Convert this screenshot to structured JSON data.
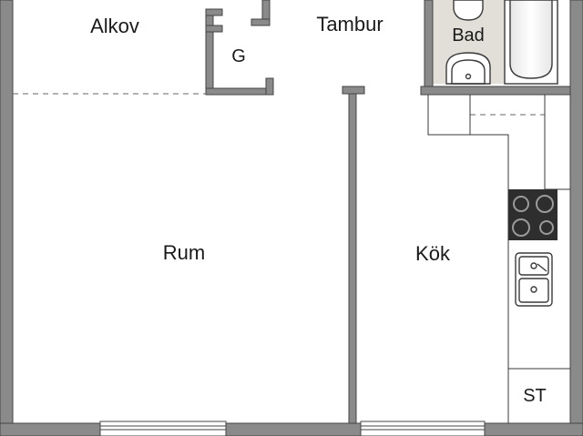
{
  "rooms": {
    "alkov": "Alkov",
    "tambur": "Tambur",
    "garderob": "G",
    "bad": "Bad",
    "rum": "Rum",
    "kok": "Kök",
    "stad": "ST"
  },
  "colors": {
    "wall": "#8a8a8a",
    "bathroom_floor": "#e2dfd9",
    "fixture_stroke": "#3a3a3a",
    "stove": "#2e2e2e",
    "dashed": "#666666"
  }
}
